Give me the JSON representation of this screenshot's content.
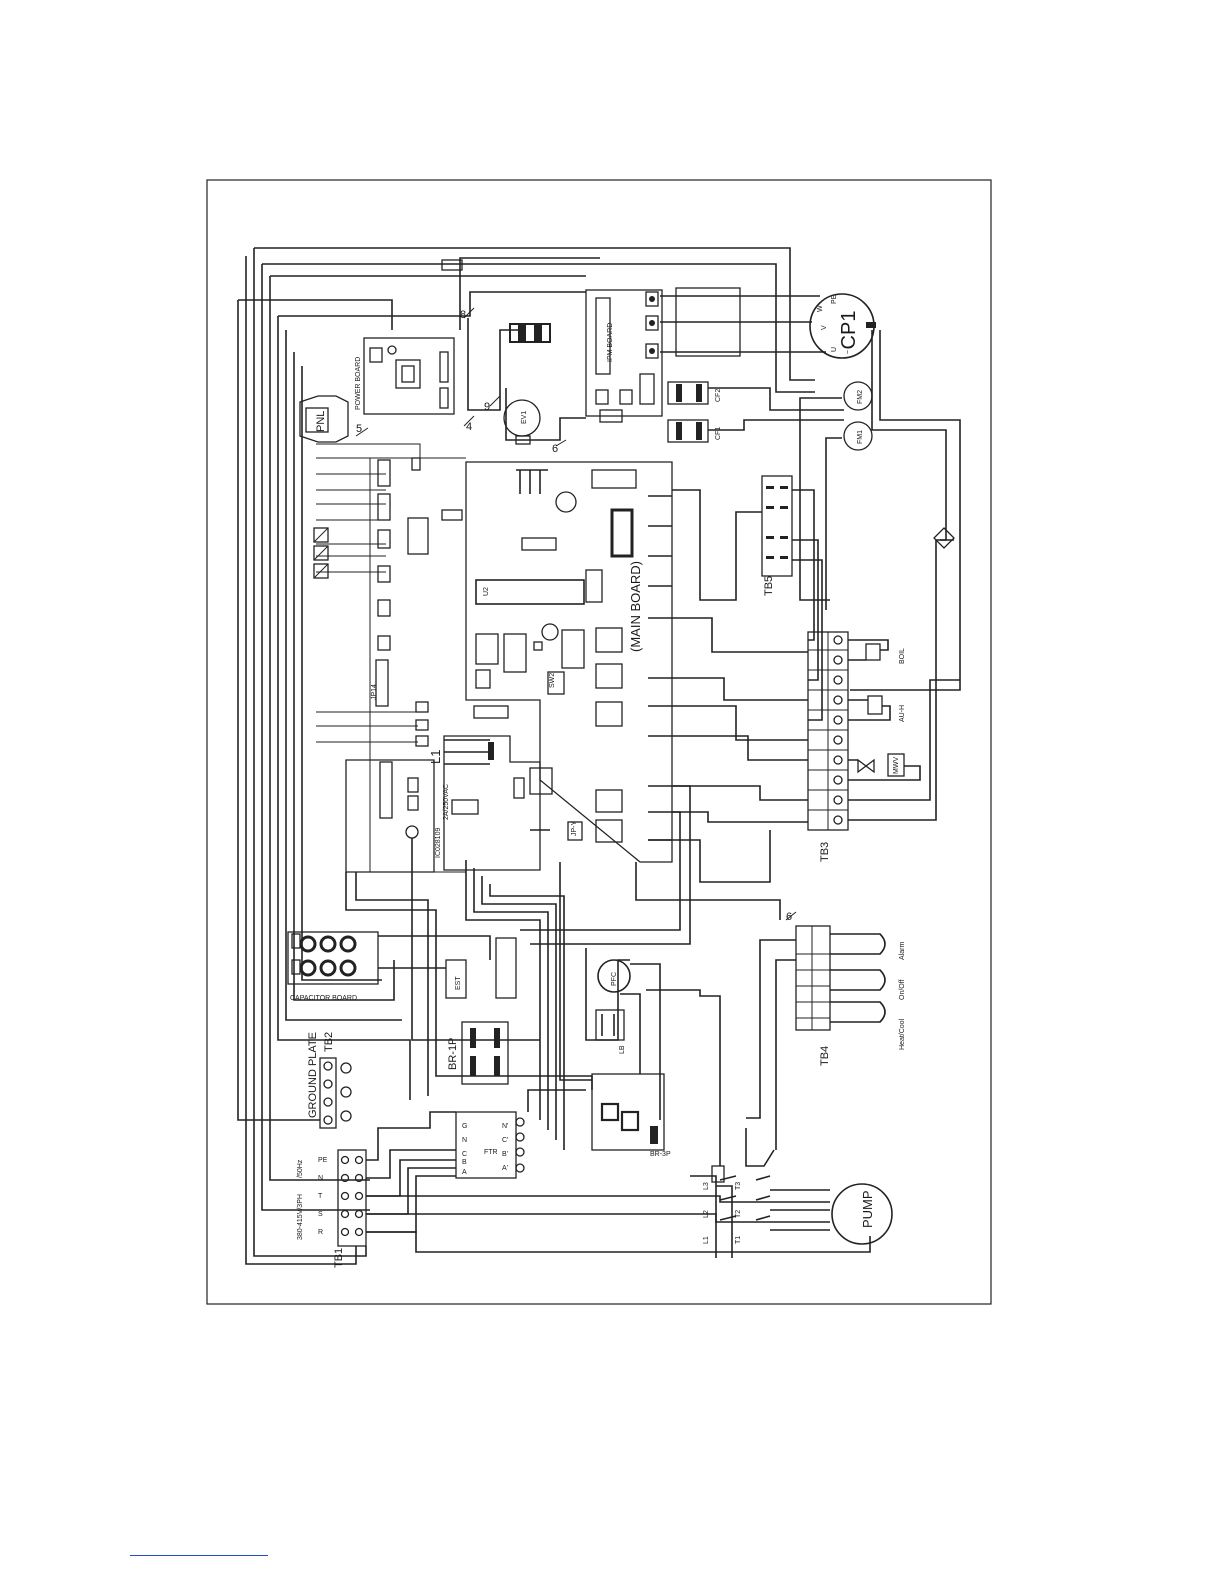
{
  "diagram": {
    "terminals": {
      "tb1": "TB1",
      "tb2": "TB2",
      "tb3": "TB3",
      "tb4": "TB4",
      "tb5": "TB5"
    },
    "boards": {
      "main": "(MAIN BOARD)",
      "power": "POWER BOARD",
      "capacitor": "CAPACITOR BOARD",
      "ipm": "IPM BOARD",
      "ground_plate": "GROUND PLATE"
    },
    "components": {
      "cp1": "CP1",
      "pump": "PUMP",
      "ftr": "FTR",
      "br1p": "BR-1P",
      "br3p": "BR-3P",
      "pfc": "PFC",
      "lb": "LB",
      "ev1": "EV1",
      "l1": "L1",
      "pnl": "PNL",
      "cf1": "CF1",
      "cf2": "CF2",
      "fm1": "FM1",
      "fm2": "FM2",
      "est": "EST",
      "jp14": "JP14",
      "jpy": "JP-Y",
      "sw2": "SW2",
      "u2": "U2",
      "fuse_rating": "2A/250VAC",
      "board_code": "IC028109",
      "alarm": "Alarm",
      "onoff": "On/Off",
      "heatcool": "Heat/Cool",
      "supply": "380-415V/3PH",
      "freq": "/50Hz",
      "boiler": "BOIL",
      "auxh": "AU-H",
      "valve": "MWV"
    },
    "wire_numbers": {
      "n4": "4",
      "n5": "5",
      "n6": "6",
      "n6b": "6",
      "n8": "8",
      "n9": "9"
    },
    "tb1_pins": [
      "PE",
      "N",
      "T",
      "S",
      "R"
    ],
    "ftr_left": [
      "G",
      "N",
      "C",
      "B",
      "A"
    ],
    "ftr_right": [
      "N'",
      "C'",
      "B'",
      "A'"
    ],
    "motor_pins": [
      "U",
      "V",
      "W",
      "PE"
    ],
    "contactor": [
      "L1",
      "L2",
      "L3",
      "T1",
      "T2",
      "T3"
    ]
  }
}
